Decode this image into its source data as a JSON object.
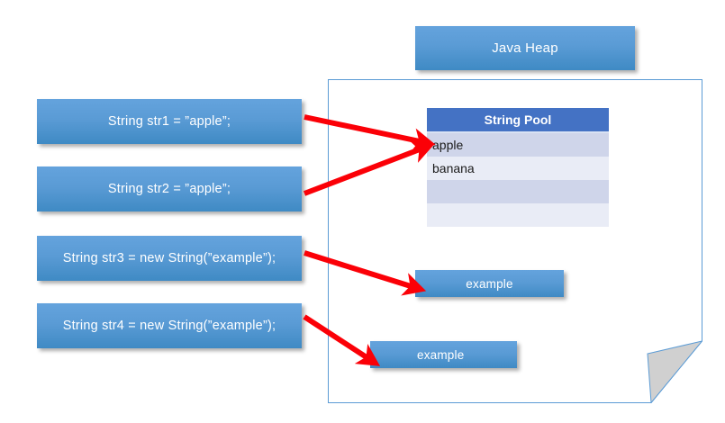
{
  "diagram": {
    "title": "Java Heap",
    "heap_label": "Java Heap"
  },
  "code_statements": [
    {
      "id": "str1",
      "text": "String str1 = ”apple”;"
    },
    {
      "id": "str2",
      "text": "String str2 = ”apple”;"
    },
    {
      "id": "str3",
      "text": "String str3 = new String(”example”);"
    },
    {
      "id": "str4",
      "text": "String str4 = new String(”example”);"
    }
  ],
  "string_pool": {
    "header": "String Pool",
    "rows": [
      "apple",
      "banana",
      "",
      ""
    ]
  },
  "heap_objects": [
    {
      "id": "obj1",
      "label": "example"
    },
    {
      "id": "obj2",
      "label": "example"
    }
  ],
  "colors": {
    "box_fill_top": "#64a3dd",
    "box_fill_bottom": "#3f8ac4",
    "table_header": "#4472c4",
    "row_odd": "#cfd5ea",
    "row_even": "#e9ecf6",
    "arrow": "#fb0007",
    "container_border": "#5b9bd5",
    "fold_fill": "#d0d0d0"
  }
}
